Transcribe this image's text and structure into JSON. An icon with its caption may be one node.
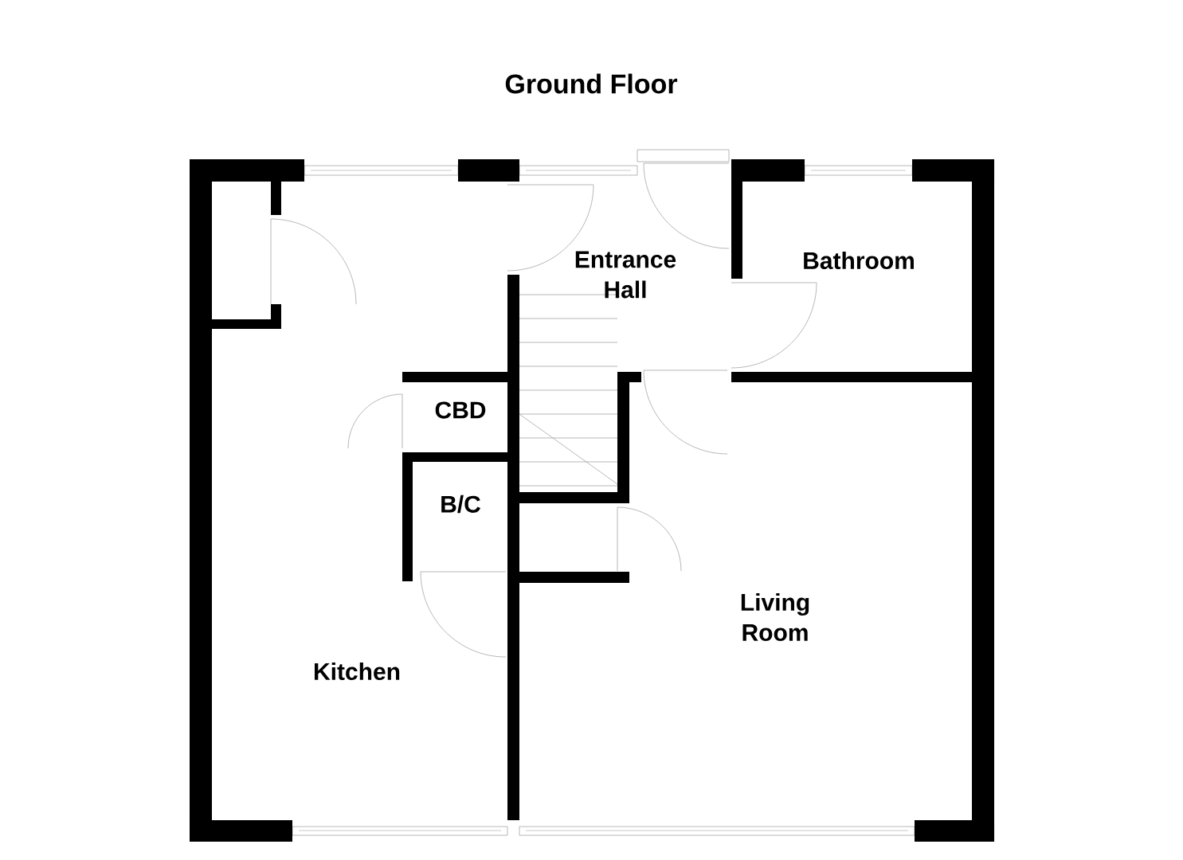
{
  "diagram": {
    "title": "Ground Floor",
    "labels": [
      "Entrance Hall",
      "Bathroom",
      "CBD",
      "B/C",
      "Kitchen",
      "Living Room"
    ]
  }
}
